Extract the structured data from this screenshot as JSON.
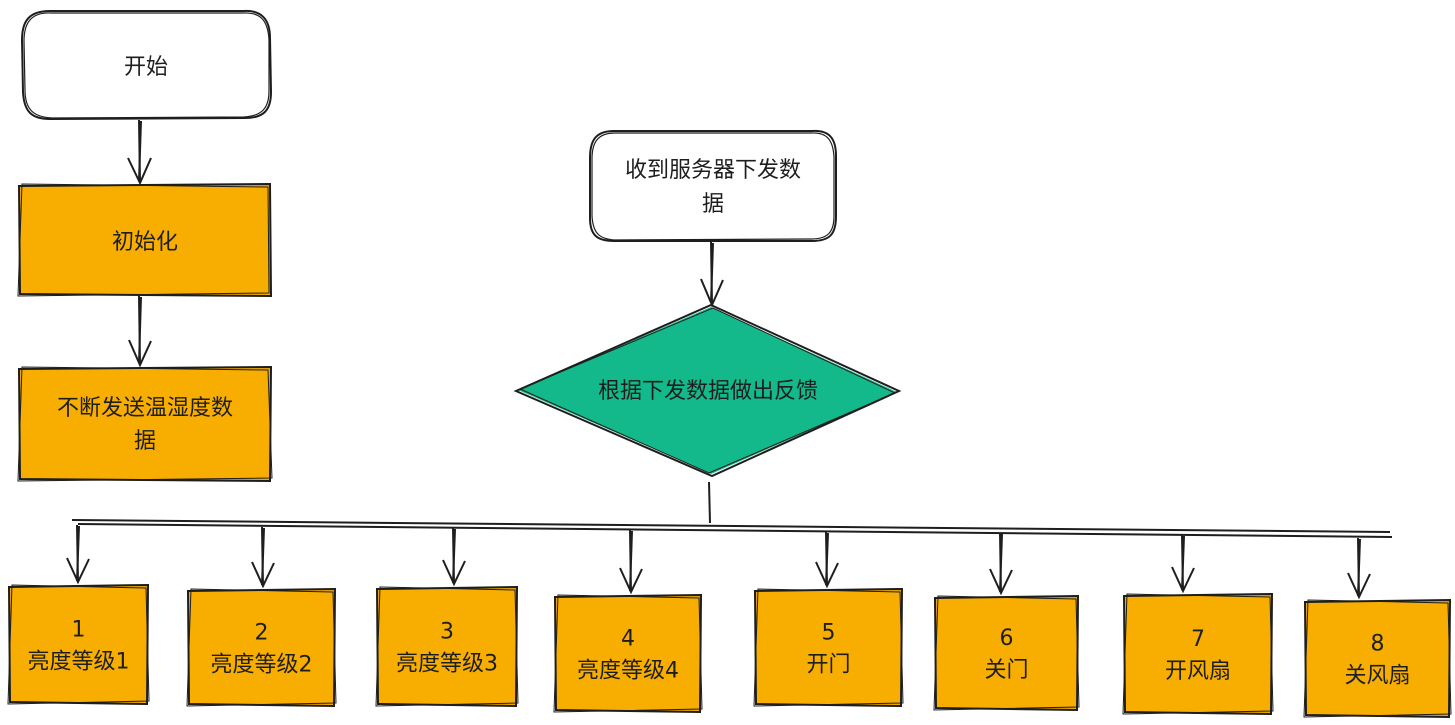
{
  "colors": {
    "process_fill": "#F7AE00",
    "decision_fill": "#13B98A",
    "terminal_fill": "#FFFFFF",
    "stroke": "#1E1E1E"
  },
  "nodes": {
    "start": {
      "label": "开始"
    },
    "init": {
      "label": "初始化"
    },
    "send": {
      "line1": "不断发送温湿度数",
      "line2": "据"
    },
    "receive": {
      "line1": "收到服务器下发数",
      "line2": "据"
    },
    "decision": {
      "label": "根据下发数据做出反馈"
    }
  },
  "outputs": [
    {
      "number": "1",
      "label": "亮度等级1"
    },
    {
      "number": "2",
      "label": "亮度等级2"
    },
    {
      "number": "3",
      "label": "亮度等级3"
    },
    {
      "number": "4",
      "label": "亮度等级4"
    },
    {
      "number": "5",
      "label": "开门"
    },
    {
      "number": "6",
      "label": "关门"
    },
    {
      "number": "7",
      "label": "开风扇"
    },
    {
      "number": "8",
      "label": "关风扇"
    }
  ]
}
